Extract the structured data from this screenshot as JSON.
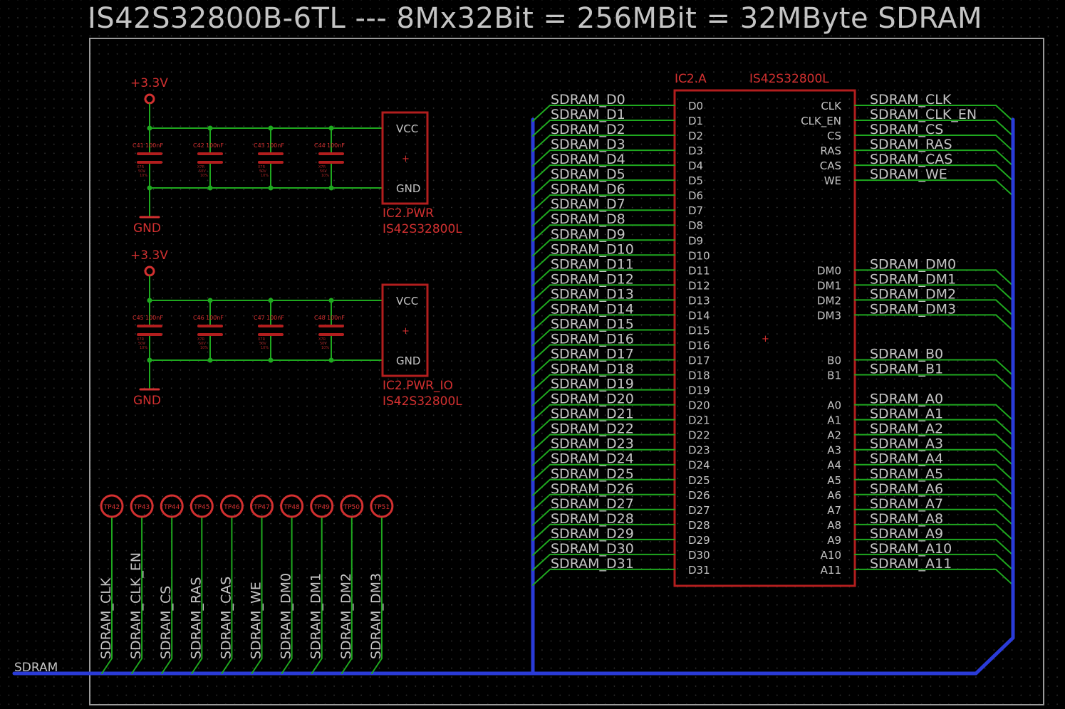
{
  "title": "IS42S32800B-6TL --- 8Mx32Bit = 256MBit = 32MByte SDRAM",
  "colors": {
    "wire": "#1fa81f",
    "bus": "#2a3bd8",
    "part": "#b21e1e",
    "part_text": "#d23030",
    "label": "#c4c4c4",
    "frame": "#9a9a9a"
  },
  "bus_name": "SDRAM",
  "main_ic": {
    "name": "IC2.A",
    "value": "IS42S32800L",
    "data_pins": [
      "D0",
      "D1",
      "D2",
      "D3",
      "D4",
      "D5",
      "D6",
      "D7",
      "D8",
      "D9",
      "D10",
      "D11",
      "D12",
      "D13",
      "D14",
      "D15",
      "D16",
      "D17",
      "D18",
      "D19",
      "D20",
      "D21",
      "D22",
      "D23",
      "D24",
      "D25",
      "D26",
      "D27",
      "D28",
      "D29",
      "D30",
      "D31"
    ],
    "data_nets": [
      "SDRAM_D0",
      "SDRAM_D1",
      "SDRAM_D2",
      "SDRAM_D3",
      "SDRAM_D4",
      "SDRAM_D5",
      "SDRAM_D6",
      "SDRAM_D7",
      "SDRAM_D8",
      "SDRAM_D9",
      "SDRAM_D10",
      "SDRAM_D11",
      "SDRAM_D12",
      "SDRAM_D13",
      "SDRAM_D14",
      "SDRAM_D15",
      "SDRAM_D16",
      "SDRAM_D17",
      "SDRAM_D18",
      "SDRAM_D19",
      "SDRAM_D20",
      "SDRAM_D21",
      "SDRAM_D22",
      "SDRAM_D23",
      "SDRAM_D24",
      "SDRAM_D25",
      "SDRAM_D26",
      "SDRAM_D27",
      "SDRAM_D28",
      "SDRAM_D29",
      "SDRAM_D30",
      "SDRAM_D31"
    ],
    "ctrl_pins": [
      "CLK",
      "CLK_EN",
      "CS",
      "RAS",
      "CAS",
      "WE"
    ],
    "ctrl_nets": [
      "SDRAM_CLK",
      "SDRAM_CLK_EN",
      "SDRAM_CS",
      "SDRAM_RAS",
      "SDRAM_CAS",
      "SDRAM_WE"
    ],
    "dm_pins": [
      "DM0",
      "DM1",
      "DM2",
      "DM3"
    ],
    "dm_nets": [
      "SDRAM_DM0",
      "SDRAM_DM1",
      "SDRAM_DM2",
      "SDRAM_DM3"
    ],
    "bank_pins": [
      "B0",
      "B1"
    ],
    "bank_nets": [
      "SDRAM_B0",
      "SDRAM_B1"
    ],
    "addr_pins": [
      "A0",
      "A1",
      "A2",
      "A3",
      "A4",
      "A5",
      "A6",
      "A7",
      "A8",
      "A9",
      "A10",
      "A11"
    ],
    "addr_nets": [
      "SDRAM_A0",
      "SDRAM_A1",
      "SDRAM_A2",
      "SDRAM_A3",
      "SDRAM_A4",
      "SDRAM_A5",
      "SDRAM_A6",
      "SDRAM_A7",
      "SDRAM_A8",
      "SDRAM_A9",
      "SDRAM_A10",
      "SDRAM_A11"
    ]
  },
  "power_blocks": [
    {
      "supply": "+3.3V",
      "ground": "GND",
      "unit": "IC2.PWR",
      "value": "IS42S32800L",
      "pin_vcc": "VCC",
      "pin_gnd": "GND",
      "caps": [
        {
          "ref": "C41",
          "value": "100nF"
        },
        {
          "ref": "C42",
          "value": "100nF"
        },
        {
          "ref": "C43",
          "value": "100nF"
        },
        {
          "ref": "C44",
          "value": "100nF"
        }
      ]
    },
    {
      "supply": "+3.3V",
      "ground": "GND",
      "unit": "IC2.PWR_IO",
      "value": "IS42S32800L",
      "pin_vcc": "VCC",
      "pin_gnd": "GND",
      "caps": [
        {
          "ref": "C45",
          "value": "100nF"
        },
        {
          "ref": "C46",
          "value": "100nF"
        },
        {
          "ref": "C47",
          "value": "100nF"
        },
        {
          "ref": "C48",
          "value": "100nF"
        }
      ]
    }
  ],
  "cap_tiny": [
    "X7R",
    "50V",
    "10%"
  ],
  "test_points": [
    {
      "ref": "TP42",
      "net": "SDRAM_CLK"
    },
    {
      "ref": "TP43",
      "net": "SDRAM_CLK_EN"
    },
    {
      "ref": "TP44",
      "net": "SDRAM_CS"
    },
    {
      "ref": "TP45",
      "net": "SDRAM_RAS"
    },
    {
      "ref": "TP46",
      "net": "SDRAM_CAS"
    },
    {
      "ref": "TP47",
      "net": "SDRAM_WE"
    },
    {
      "ref": "TP48",
      "net": "SDRAM_DM0"
    },
    {
      "ref": "TP49",
      "net": "SDRAM_DM1"
    },
    {
      "ref": "TP50",
      "net": "SDRAM_DM2"
    },
    {
      "ref": "TP51",
      "net": "SDRAM_DM3"
    }
  ]
}
